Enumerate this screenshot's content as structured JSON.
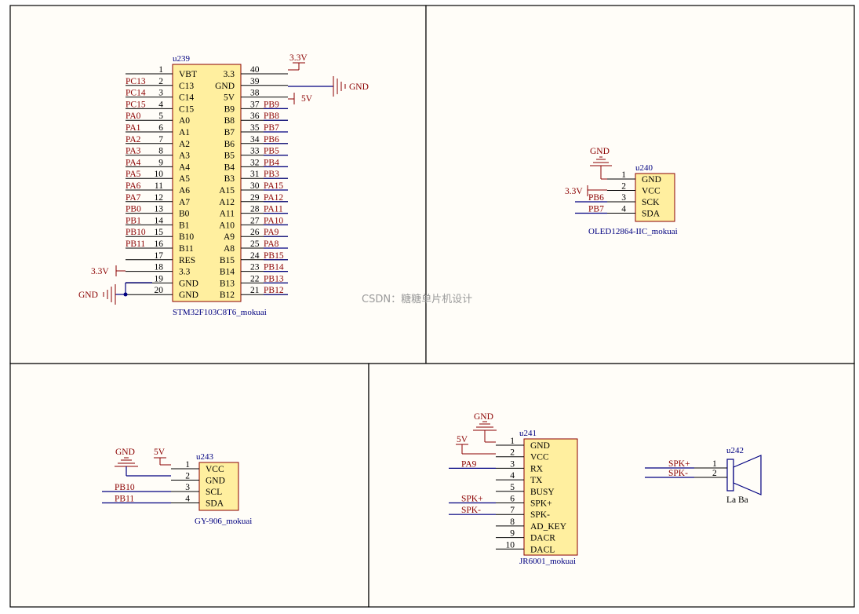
{
  "watermark": "CSDN：糖糖单片机设计",
  "mcu": {
    "designator": "u239",
    "name": "STM32F103C8T6_mokuai",
    "left_pins": [
      {
        "num": "1",
        "name": "VBT",
        "net": ""
      },
      {
        "num": "2",
        "name": "C13",
        "net": "PC13"
      },
      {
        "num": "3",
        "name": "C14",
        "net": "PC14"
      },
      {
        "num": "4",
        "name": "C15",
        "net": "PC15"
      },
      {
        "num": "5",
        "name": "A0",
        "net": "PA0"
      },
      {
        "num": "6",
        "name": "A1",
        "net": "PA1"
      },
      {
        "num": "7",
        "name": "A2",
        "net": "PA2"
      },
      {
        "num": "8",
        "name": "A3",
        "net": "PA3"
      },
      {
        "num": "9",
        "name": "A4",
        "net": "PA4"
      },
      {
        "num": "10",
        "name": "A5",
        "net": "PA5"
      },
      {
        "num": "11",
        "name": "A6",
        "net": "PA6"
      },
      {
        "num": "12",
        "name": "A7",
        "net": "PA7"
      },
      {
        "num": "13",
        "name": "B0",
        "net": "PB0"
      },
      {
        "num": "14",
        "name": "B1",
        "net": "PB1"
      },
      {
        "num": "15",
        "name": "B10",
        "net": "PB10"
      },
      {
        "num": "16",
        "name": "B11",
        "net": "PB11"
      },
      {
        "num": "17",
        "name": "RES",
        "net": ""
      },
      {
        "num": "18",
        "name": "3.3",
        "net": ""
      },
      {
        "num": "19",
        "name": "GND",
        "net": ""
      },
      {
        "num": "20",
        "name": "GND",
        "net": ""
      }
    ],
    "right_pins": [
      {
        "num": "40",
        "name": "3.3",
        "net": ""
      },
      {
        "num": "39",
        "name": "GND",
        "net": ""
      },
      {
        "num": "38",
        "name": "5V",
        "net": ""
      },
      {
        "num": "37",
        "name": "B9",
        "net": "PB9"
      },
      {
        "num": "36",
        "name": "B8",
        "net": "PB8"
      },
      {
        "num": "35",
        "name": "B7",
        "net": "PB7"
      },
      {
        "num": "34",
        "name": "B6",
        "net": "PB6"
      },
      {
        "num": "33",
        "name": "B5",
        "net": "PB5"
      },
      {
        "num": "32",
        "name": "B4",
        "net": "PB4"
      },
      {
        "num": "31",
        "name": "B3",
        "net": "PB3"
      },
      {
        "num": "30",
        "name": "A15",
        "net": "PA15"
      },
      {
        "num": "29",
        "name": "A12",
        "net": "PA12"
      },
      {
        "num": "28",
        "name": "A11",
        "net": "PA11"
      },
      {
        "num": "27",
        "name": "A10",
        "net": "PA10"
      },
      {
        "num": "26",
        "name": "A9",
        "net": "PA9"
      },
      {
        "num": "25",
        "name": "A8",
        "net": "PA8"
      },
      {
        "num": "24",
        "name": "B15",
        "net": "PB15"
      },
      {
        "num": "23",
        "name": "B14",
        "net": "PB14"
      },
      {
        "num": "22",
        "name": "B13",
        "net": "PB13"
      },
      {
        "num": "21",
        "name": "B12",
        "net": "PB12"
      }
    ],
    "power": {
      "v33_top": "3.3V",
      "gnd_right": "GND",
      "v5": "5V",
      "v33_left": "3.3V",
      "gnd_left": "GND"
    }
  },
  "oled": {
    "designator": "u240",
    "name": "OLED12864-IIC_mokuai",
    "pins": [
      {
        "num": "1",
        "name": "GND",
        "net": ""
      },
      {
        "num": "2",
        "name": "VCC",
        "net": ""
      },
      {
        "num": "3",
        "name": "SCK",
        "net": "PB6"
      },
      {
        "num": "4",
        "name": "SDA",
        "net": "PB7"
      }
    ],
    "power": {
      "gnd": "GND",
      "vcc": "3.3V"
    }
  },
  "gy906": {
    "designator": "u243",
    "name": "GY-906_mokuai",
    "pins": [
      {
        "num": "1",
        "name": "VCC",
        "net": ""
      },
      {
        "num": "2",
        "name": "GND",
        "net": ""
      },
      {
        "num": "3",
        "name": "SCL",
        "net": "PB10"
      },
      {
        "num": "4",
        "name": "SDA",
        "net": "PB11"
      }
    ],
    "power": {
      "gnd": "GND",
      "vcc": "5V"
    }
  },
  "jr6001": {
    "designator": "u241",
    "name": "JR6001_mokuai",
    "pins": [
      {
        "num": "1",
        "name": "GND",
        "net": ""
      },
      {
        "num": "2",
        "name": "VCC",
        "net": ""
      },
      {
        "num": "3",
        "name": "RX",
        "net": "PA9"
      },
      {
        "num": "4",
        "name": "TX",
        "net": ""
      },
      {
        "num": "5",
        "name": "BUSY",
        "net": ""
      },
      {
        "num": "6",
        "name": "SPK+",
        "net": "SPK+"
      },
      {
        "num": "7",
        "name": "SPK-",
        "net": "SPK-"
      },
      {
        "num": "8",
        "name": "AD_KEY",
        "net": ""
      },
      {
        "num": "9",
        "name": "DACR",
        "net": ""
      },
      {
        "num": "10",
        "name": "DACL",
        "net": ""
      }
    ],
    "power": {
      "gnd": "GND",
      "vcc": "5V"
    }
  },
  "speaker": {
    "designator": "u242",
    "name": "La Ba",
    "pins": [
      {
        "num": "1",
        "net": "SPK+"
      },
      {
        "num": "2",
        "net": "SPK-"
      }
    ]
  }
}
